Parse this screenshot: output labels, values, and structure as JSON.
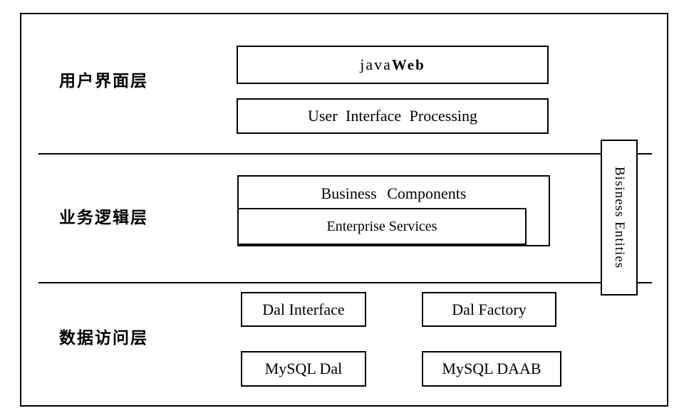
{
  "colors": {
    "ink": "#000000",
    "paper": "#ffffff"
  },
  "layers": [
    {
      "label": "用户界面层",
      "boxes": [
        {
          "label": "javaWeb",
          "parts": [
            "java",
            "Web"
          ]
        },
        {
          "label": "User Interface Processing"
        }
      ]
    },
    {
      "label": "业务逻辑层",
      "boxes": [
        {
          "label": "Business Components"
        },
        {
          "label": "Enterprise Services"
        }
      ]
    },
    {
      "label": "数据访问层",
      "boxes": [
        {
          "label": "Dal Interface"
        },
        {
          "label": "Dal Factory"
        },
        {
          "label": "MySQL Dal"
        },
        {
          "label": "MySQL DAAB"
        }
      ]
    }
  ],
  "side_box": {
    "label": "Bisiness Entities"
  }
}
